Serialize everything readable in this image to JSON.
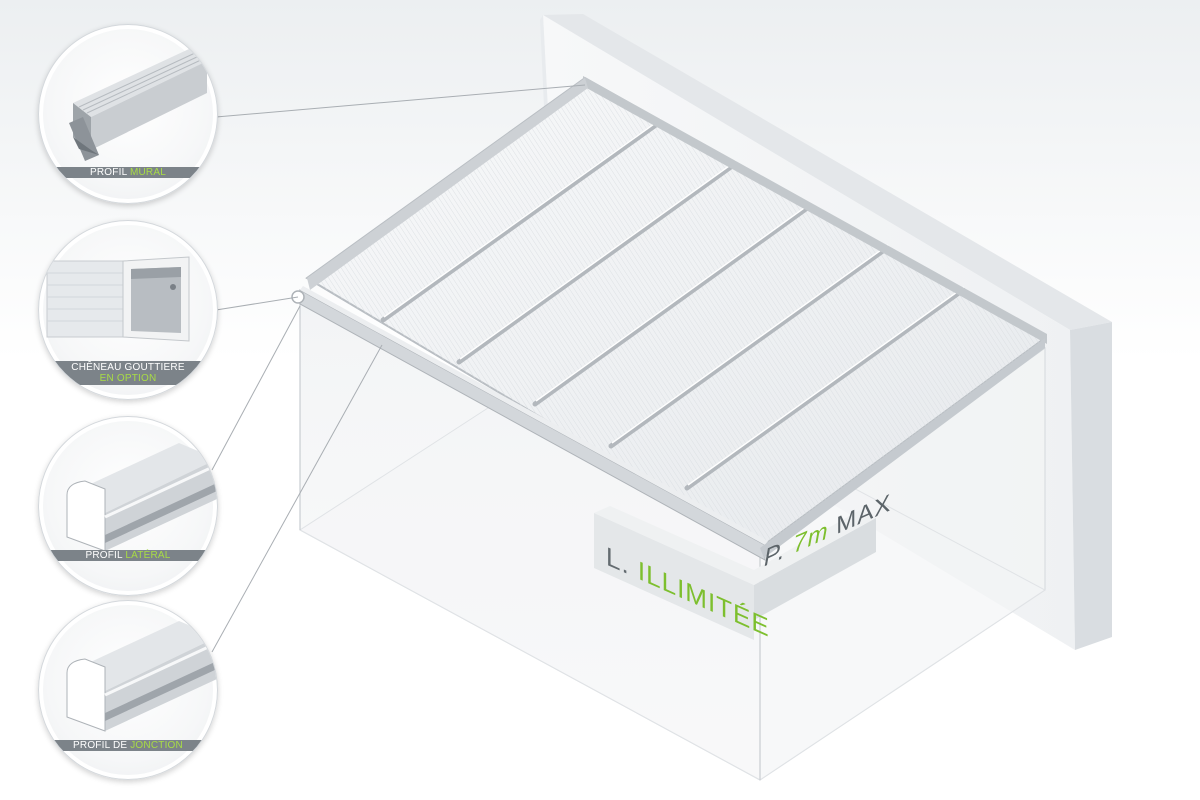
{
  "callouts": [
    {
      "name": "profil-mural",
      "text": "PROFIL",
      "accent": "MURAL"
    },
    {
      "name": "cheneau-gouttiere",
      "text": "CHÊNEAU GOUTTIERE",
      "accent": "EN OPTION"
    },
    {
      "name": "profil-lateral",
      "text": "PROFIL",
      "accent": "LATÉRAL"
    },
    {
      "name": "profil-jonction",
      "text": "PROFIL DE",
      "accent": "JONCTION"
    }
  ],
  "dimensions": {
    "width_prefix": "L.",
    "width_value": "ILLIMITÉE",
    "depth_prefix": "P.",
    "depth_value": "7m",
    "depth_suffix": "MAX"
  },
  "colors": {
    "accent": "#7dbf2e",
    "label_bg": "#7c8389",
    "panel": "#eef0f2",
    "frame": "#b9bec3"
  }
}
